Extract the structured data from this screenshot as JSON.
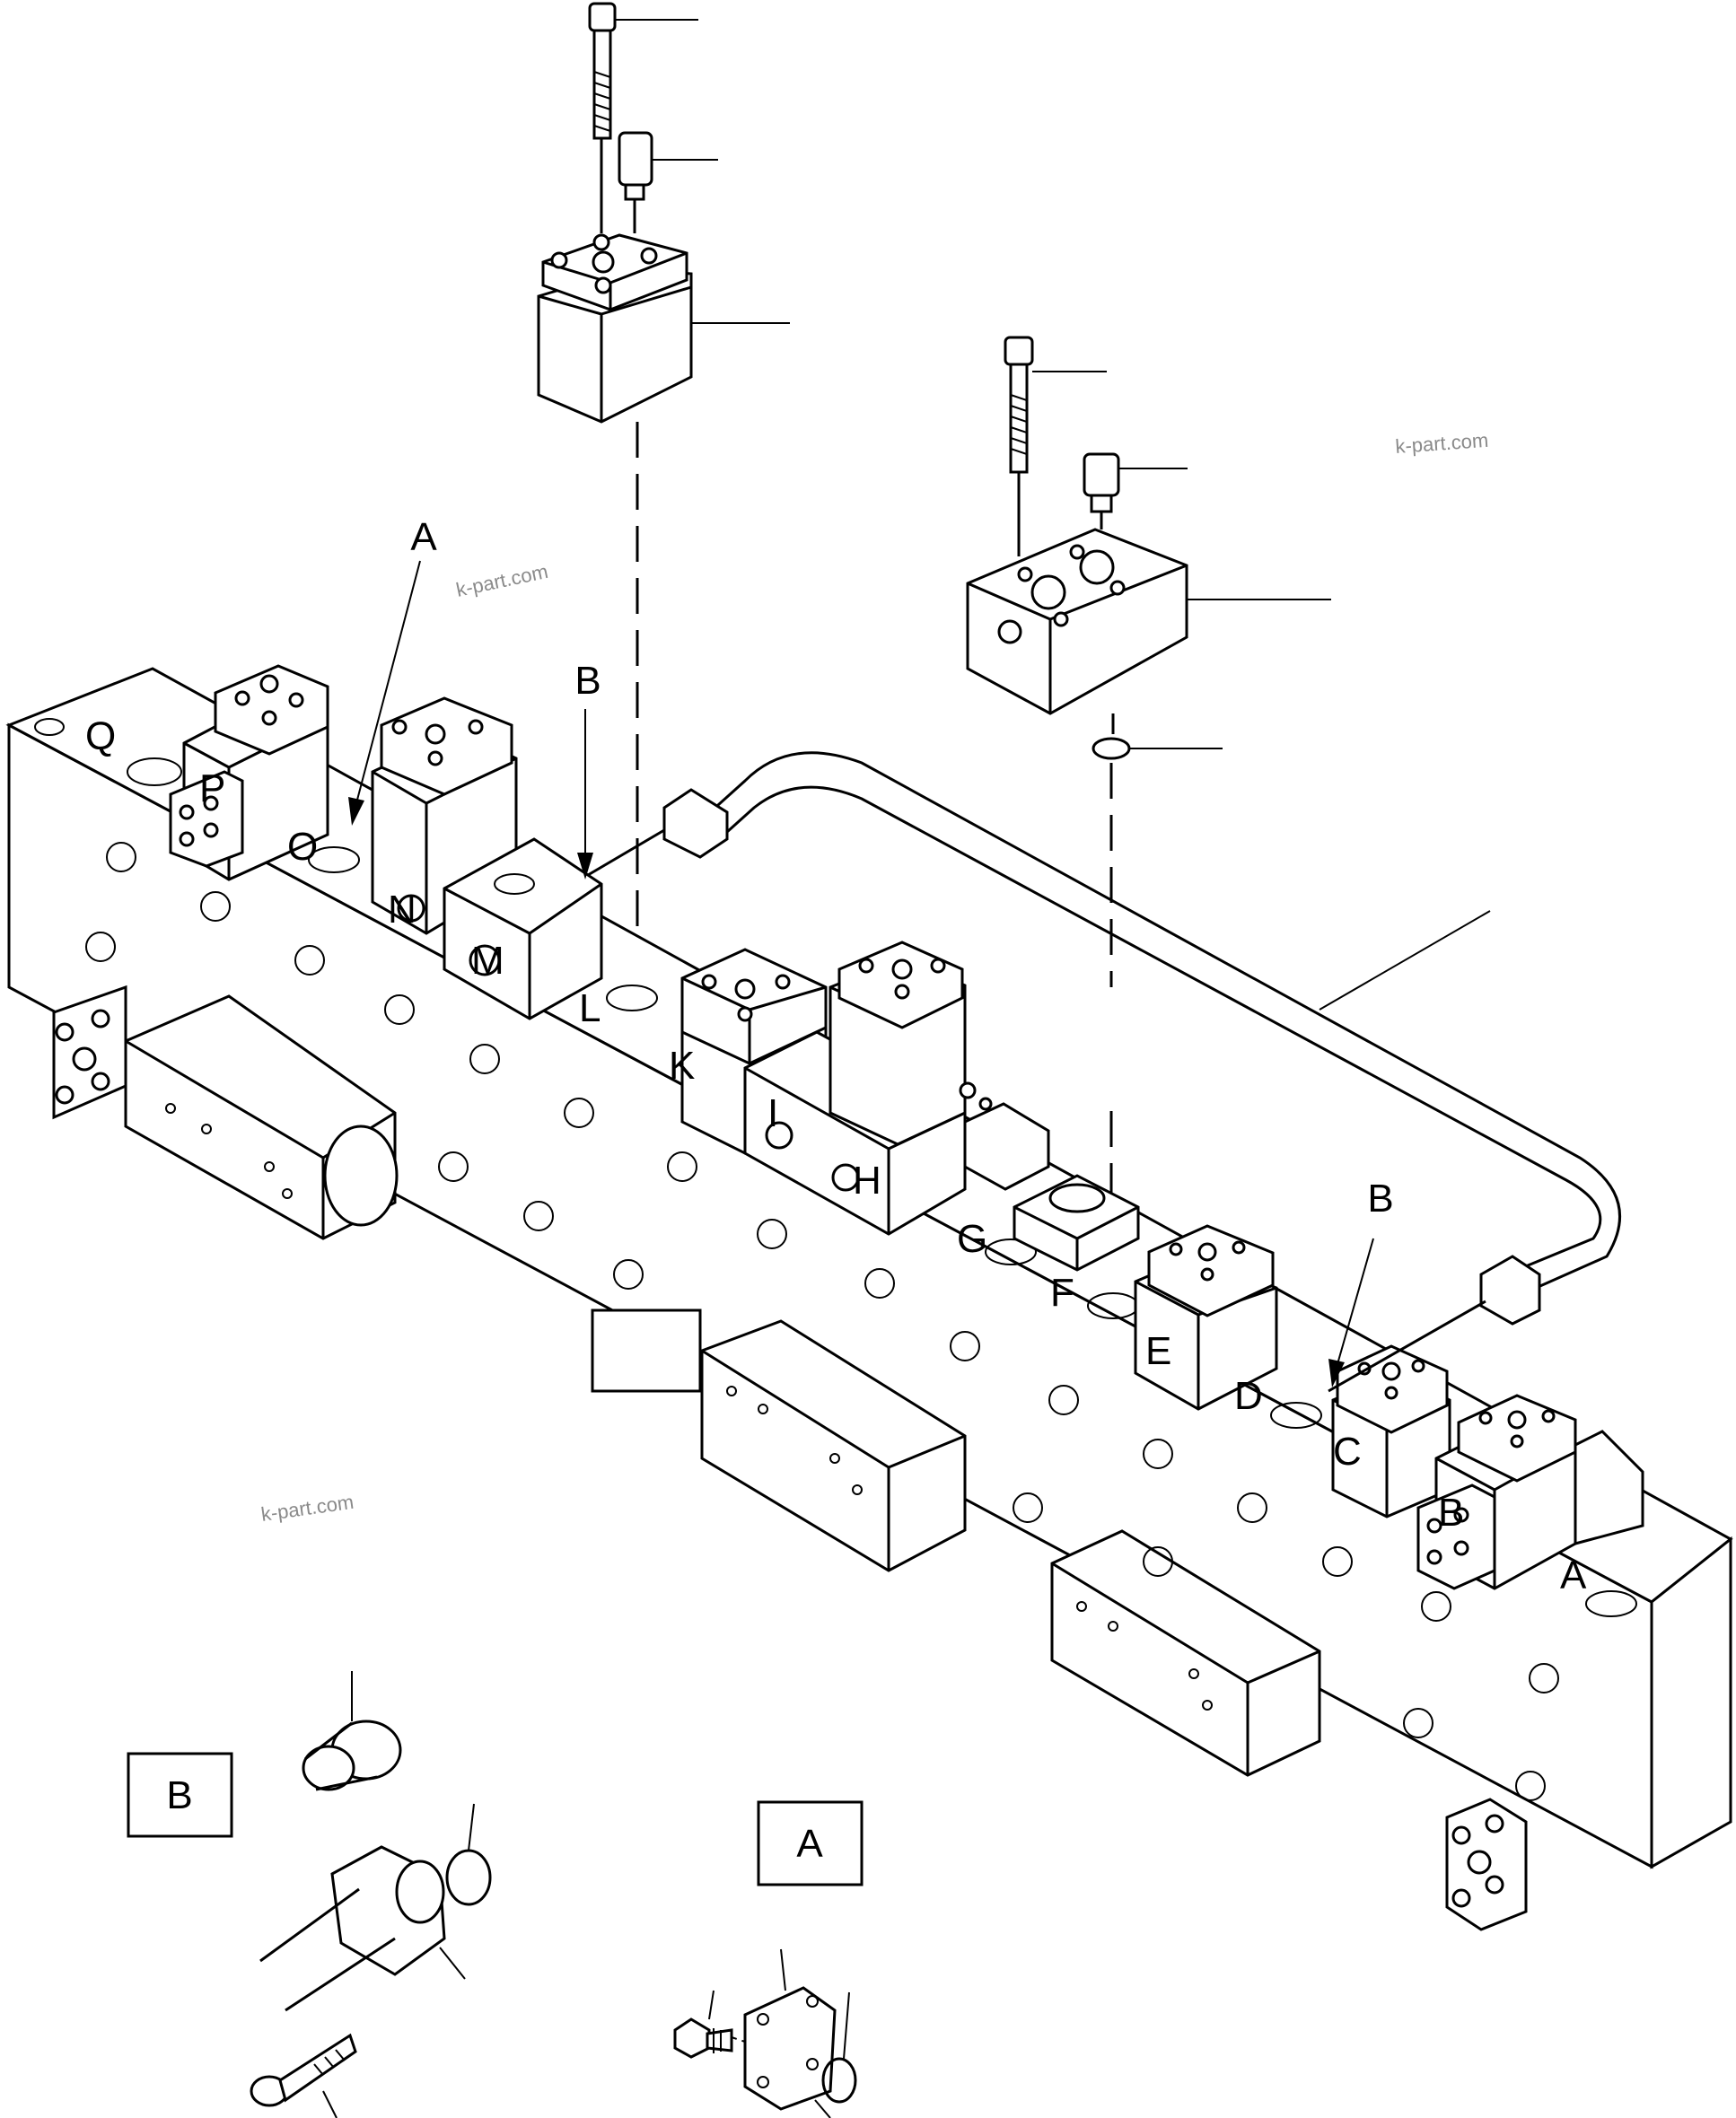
{
  "watermark": "k-part.com",
  "port_labels": {
    "A": "A",
    "B": "B",
    "C": "C",
    "D": "D",
    "E": "E",
    "F": "F",
    "G": "G",
    "H": "H",
    "I": "I",
    "K": "K",
    "L": "L",
    "M": "M",
    "N": "N",
    "O": "O",
    "P": "P",
    "Q": "Q"
  },
  "callouts": {
    "detail_a": "A",
    "detail_b": "B"
  },
  "detail_boxes": {
    "a": "A",
    "b": "B"
  },
  "colors": {
    "line": "#000000",
    "background": "#ffffff",
    "watermark": "#8a8a8a"
  }
}
